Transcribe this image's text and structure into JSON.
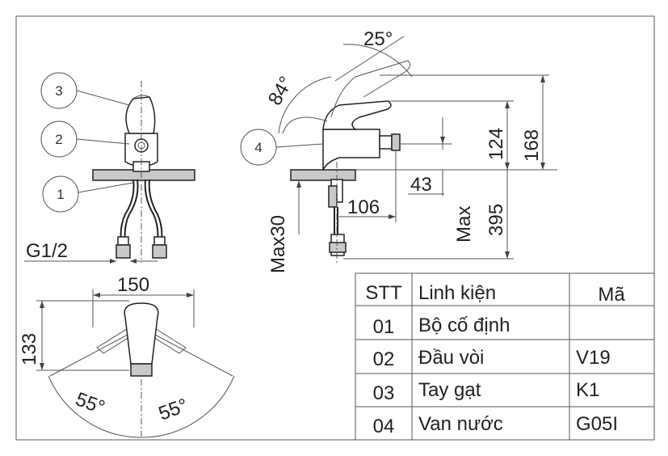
{
  "balloons": [
    "3",
    "2",
    "1",
    "4"
  ],
  "dims": {
    "angle_top": "25°",
    "angle_lever": "84°",
    "h_168": "168",
    "h_124": "124",
    "w_43": "43",
    "w_106": "106",
    "max30": "Max30",
    "max395": "Max\n395",
    "max_label": "Max",
    "d_395": "395",
    "thread": "G1/2",
    "w_150": "150",
    "h_133": "133",
    "angle_left": "55°",
    "angle_right": "55°"
  },
  "table": {
    "headers": [
      "STT",
      "Linh kiện",
      "Mã"
    ],
    "rows": [
      [
        "01",
        "Bộ cố định",
        ""
      ],
      [
        "02",
        "Đầu vòi",
        "V19"
      ],
      [
        "03",
        "Tay gạt",
        "K1"
      ],
      [
        "04",
        "Van nước",
        "G05I"
      ]
    ]
  }
}
